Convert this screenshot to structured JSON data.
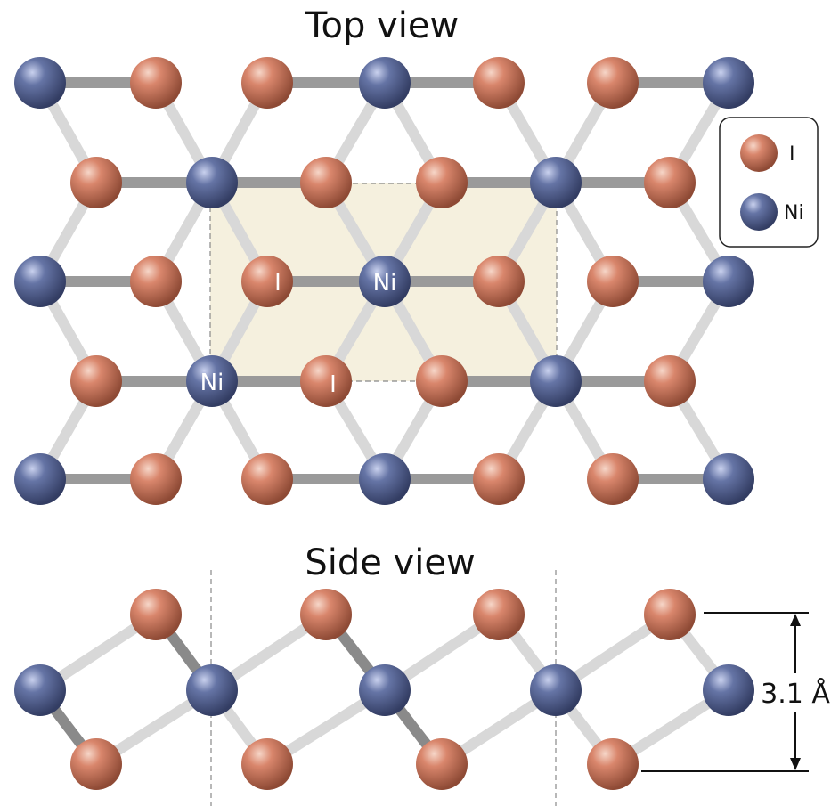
{
  "titles": {
    "top": "Top view",
    "side": "Side view"
  },
  "legend": [
    {
      "label": "I",
      "element": "I"
    },
    {
      "label": "Ni",
      "element": "Ni"
    }
  ],
  "unit_cell_labels": [
    {
      "text": "I",
      "element": "I"
    },
    {
      "text": "Ni",
      "element": "Ni"
    },
    {
      "text": "Ni",
      "element": "Ni"
    },
    {
      "text": "I",
      "element": "I"
    }
  ],
  "dimension": {
    "label": "3.1 Å"
  },
  "colors": {
    "I": "#c8775e",
    "Ni": "#5e6c99",
    "bond": "#c9c9c9",
    "unit_cell_fill": "#f5f0de",
    "unit_cell_stroke": "#888888"
  }
}
